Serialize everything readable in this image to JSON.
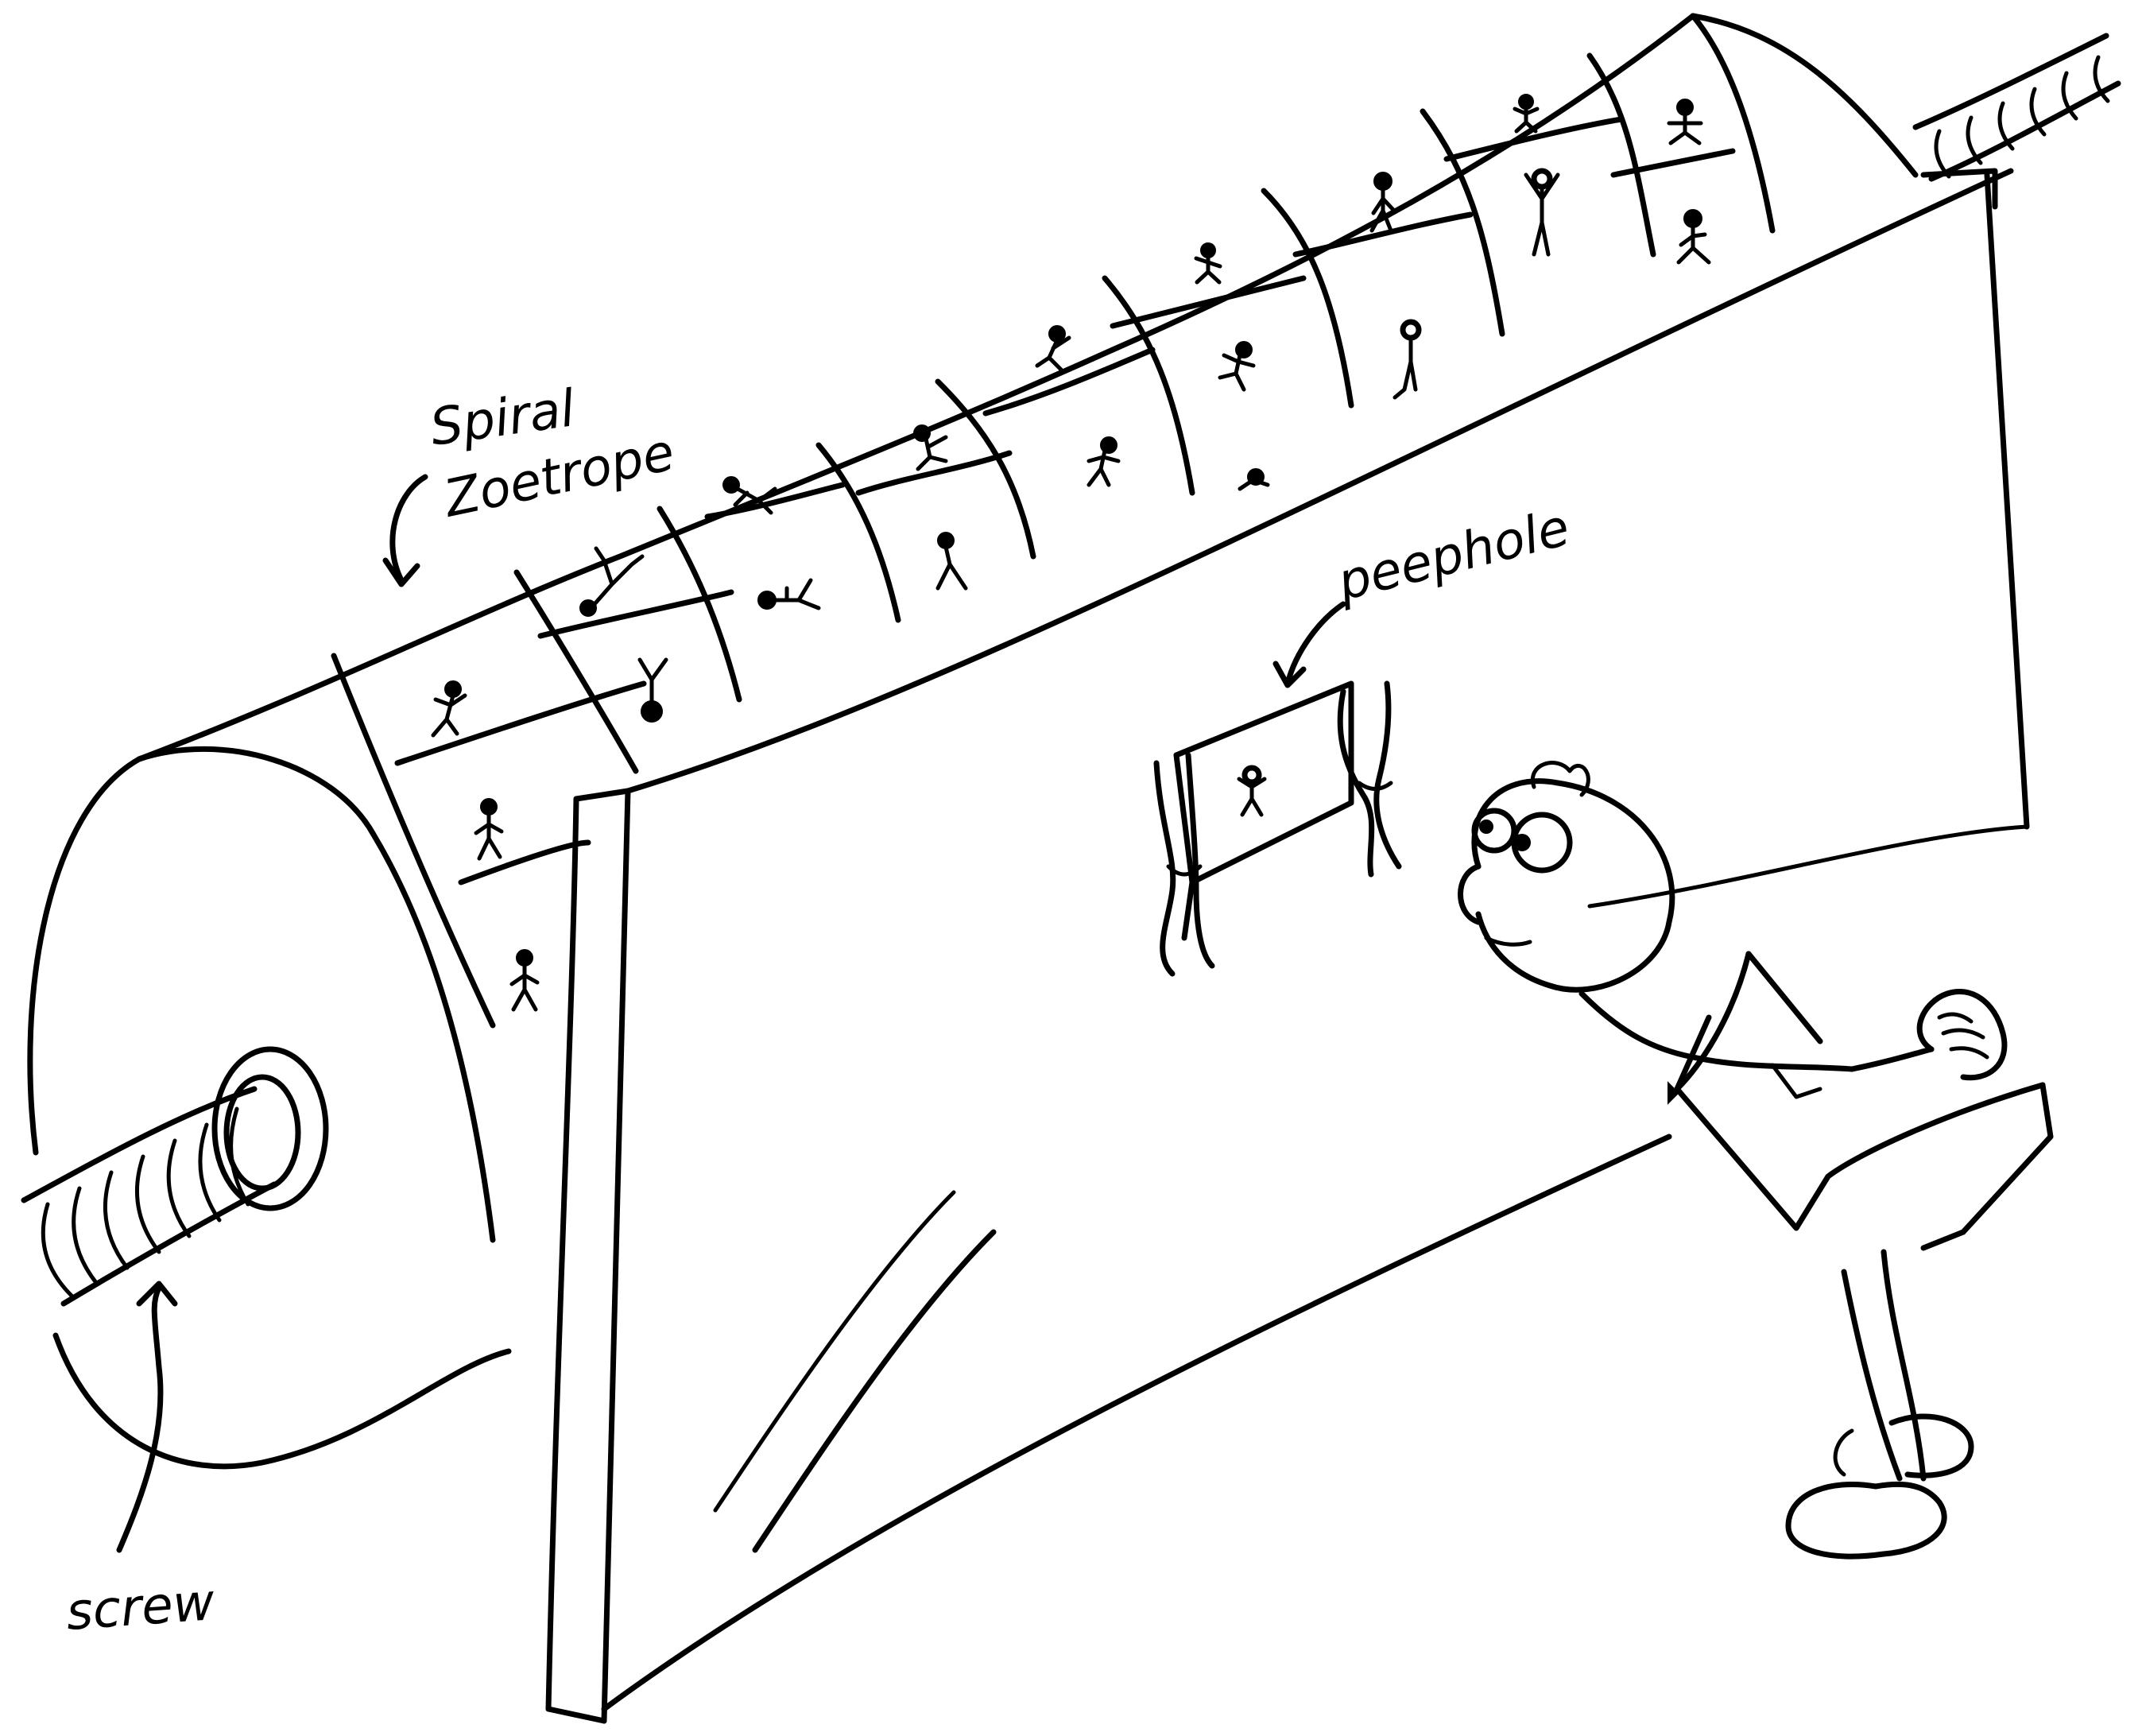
{
  "labels": {
    "spiral": "Spiral",
    "zoetrope": "Zoetrope",
    "peephole": "peephole",
    "screw": "screw"
  },
  "icons": [
    "screw-shaft-icon",
    "cylinder-icon",
    "stick-figure-icon",
    "curtain-icon",
    "observer-icon",
    "arrow-icon"
  ],
  "ink_color": "#000000",
  "paper_color": "#ffffff"
}
